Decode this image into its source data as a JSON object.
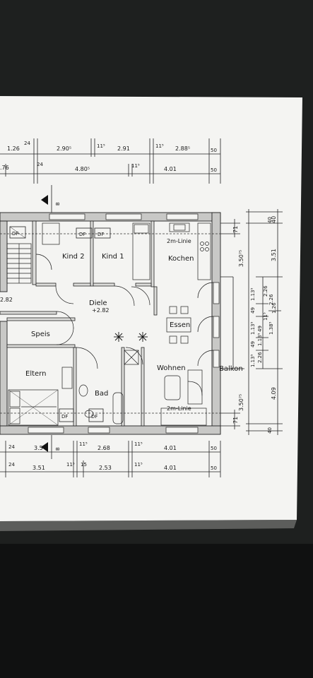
{
  "plan": {
    "rooms": {
      "kind2": "Kind 2",
      "kind1": "Kind 1",
      "kochen": "Kochen",
      "linie_top": "2m-Linie",
      "diele": "Diele",
      "diele_level": "+2.82",
      "speis": "Speis",
      "essen": "Essen",
      "eltern": "Eltern",
      "wohnen": "Wohnen",
      "balkon": "Balkon",
      "bad": "Bad",
      "linie_bottom": "2m-Linie",
      "left_level": "2.82"
    },
    "fixtures": {
      "df1": "DF",
      "df2": "DF",
      "df3": "DF",
      "df4": "DF",
      "df5": "DF",
      "section_top": "B",
      "section_bottom": "B"
    },
    "dims_top_row1": [
      "1.26",
      "24",
      "2.90⁵",
      "11⁵",
      "2.91",
      "11⁵",
      "2.88⁵",
      "50"
    ],
    "dims_top_row2": [
      ".76",
      "24",
      "4.80⁵",
      "11⁵",
      "4.01",
      "50"
    ],
    "dims_right_col1": [
      "3.50⁷⁵",
      "71",
      "3.50⁷⁵",
      "71",
      "40"
    ],
    "dims_right_col2": [
      "1.13⁵",
      "49",
      "1.13⁵",
      "49",
      "1.13⁵",
      "49",
      "1.13⁵",
      "11⁵",
      "2.26",
      "2.26"
    ],
    "dims_right_col3": [
      "40",
      "3.51",
      "2.26",
      "1.26",
      "1.38⁵",
      "4.09",
      "40"
    ],
    "dims_bottom_row1": [
      "24",
      "3.5",
      "11⁵",
      "2.68",
      "11⁵",
      "4.01",
      "50"
    ],
    "dims_bottom_row2": [
      "24",
      "3.51",
      "11⁵",
      "15",
      "2.53",
      "11⁵",
      "4.01",
      "50"
    ]
  }
}
